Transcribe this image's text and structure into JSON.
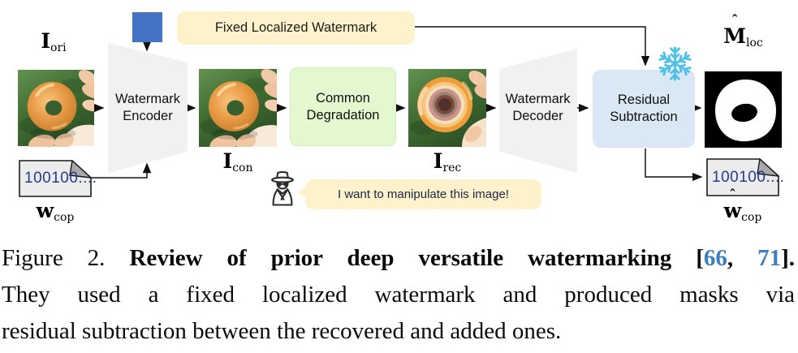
{
  "diagram": {
    "fixed_watermark_note": "Fixed Localized Watermark",
    "encoder": {
      "line1": "Watermark",
      "line2": "Encoder"
    },
    "degradation": {
      "line1": "Common",
      "line2": "Degradation"
    },
    "decoder": {
      "line1": "Watermark",
      "line2": "Decoder"
    },
    "residual": {
      "line1": "Residual",
      "line2": "Subtraction"
    },
    "labels": {
      "i_ori": {
        "base": "I",
        "sub": "ori"
      },
      "i_con": {
        "base": "I",
        "sub": "con"
      },
      "i_rec": {
        "base": "I",
        "sub": "rec"
      },
      "m_loc": {
        "base": "M",
        "hat": "ˆ",
        "sub": "loc"
      },
      "w_cop_in": {
        "base": "w",
        "sub": "cop"
      },
      "w_cop_out": {
        "base": "w",
        "hat": "ˆ",
        "sub": "cop"
      }
    },
    "doc_in_text": "100100....",
    "doc_out_text": "100100....",
    "speech_text": "I want to manipulate this image!",
    "icons": {
      "blue_block": "watermark-message-block",
      "snowflake": "❄",
      "spy": "🕵",
      "documents": "dog-ear-file"
    },
    "colors": {
      "blue_square": "#4472C4",
      "note_bg": "#FDF2CC",
      "degradation_bg": "#E4F8CF",
      "residual_bg": "#DAE8F5",
      "trapezoid_bg": "#F1F1F1",
      "snowflake": "#4FC1E9",
      "doc_text": "#263A8F",
      "citation": "#3E7DBE"
    }
  },
  "caption": {
    "line1": {
      "prefix": "Figure 2. ",
      "bold_open": "Review of prior deep versatile watermarking [",
      "cite1": "66",
      "mid": ", ",
      "cite2": "71",
      "close": "]."
    },
    "line2": "They used a fixed localized watermark and produced masks via",
    "line3": "residual subtraction between the recovered and added ones."
  }
}
